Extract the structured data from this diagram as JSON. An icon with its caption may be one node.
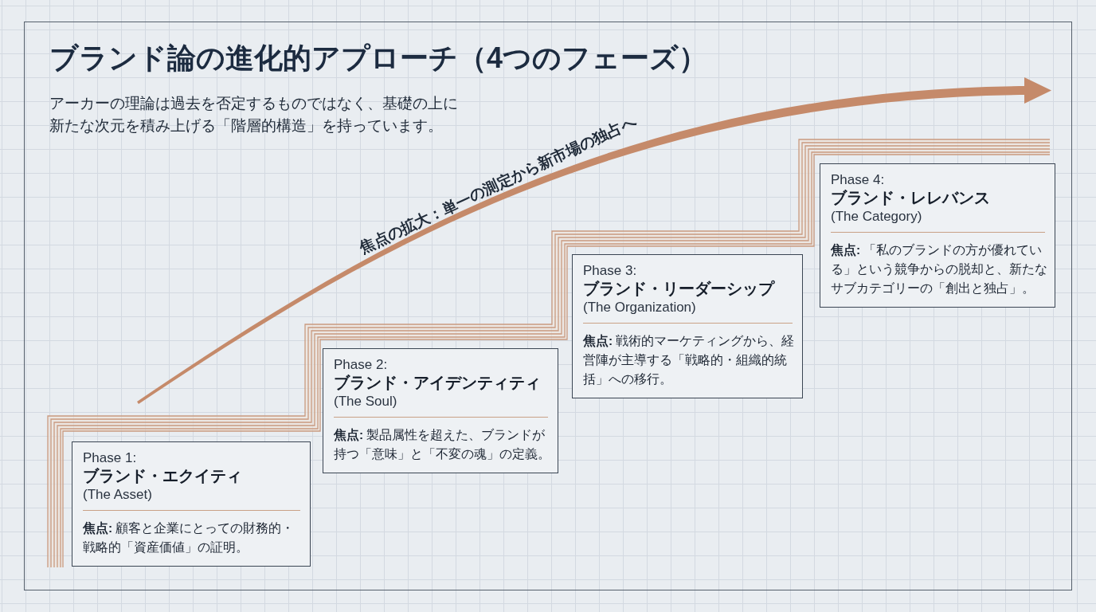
{
  "diagram": {
    "title": "ブランド論の進化的アプローチ（4つのフェーズ）",
    "nodes": [
      {
        "text": [
          "Phase 1:",
          "ブランド・エクイティ",
          "(The Asset)",
          "**焦点:** 顧客と企業にとっての財務的・戦略的「資産価値」の証明。"
        ]
      },
      {
        "text": [
          "Phase 2:",
          "ブランド・アイデンティティ",
          "(The Soul)",
          "**焦点:** 製品属性を超えた、ブランドが持つ「意味」と「不変の魂」の定義。"
        ]
      },
      {
        "text": [
          "Phase 3:",
          "ブランド・リーダーシップ",
          "(The Organization)",
          "**焦点:** 戦術的マーケティングから、経営陣が主導する「戦略的・組織的統括」への移行。"
        ]
      },
      {
        "text": [
          "Phase 4:",
          "ブランド・レレバンス",
          "(The Category)",
          "**焦点:** 「私のブランドの方が優れている」という競争からの脱却と、新たなサブカテゴリーの「創出と独占」。"
        ]
      }
    ],
    "labels": [
      "アーカーの理論は過去を否定するものではなく、基礎の上に新たな次元を積み上げる「階層的構造」を持っています。",
      "焦点の拡大：単一の測定から新市場の独占へ"
    ]
  }
}
